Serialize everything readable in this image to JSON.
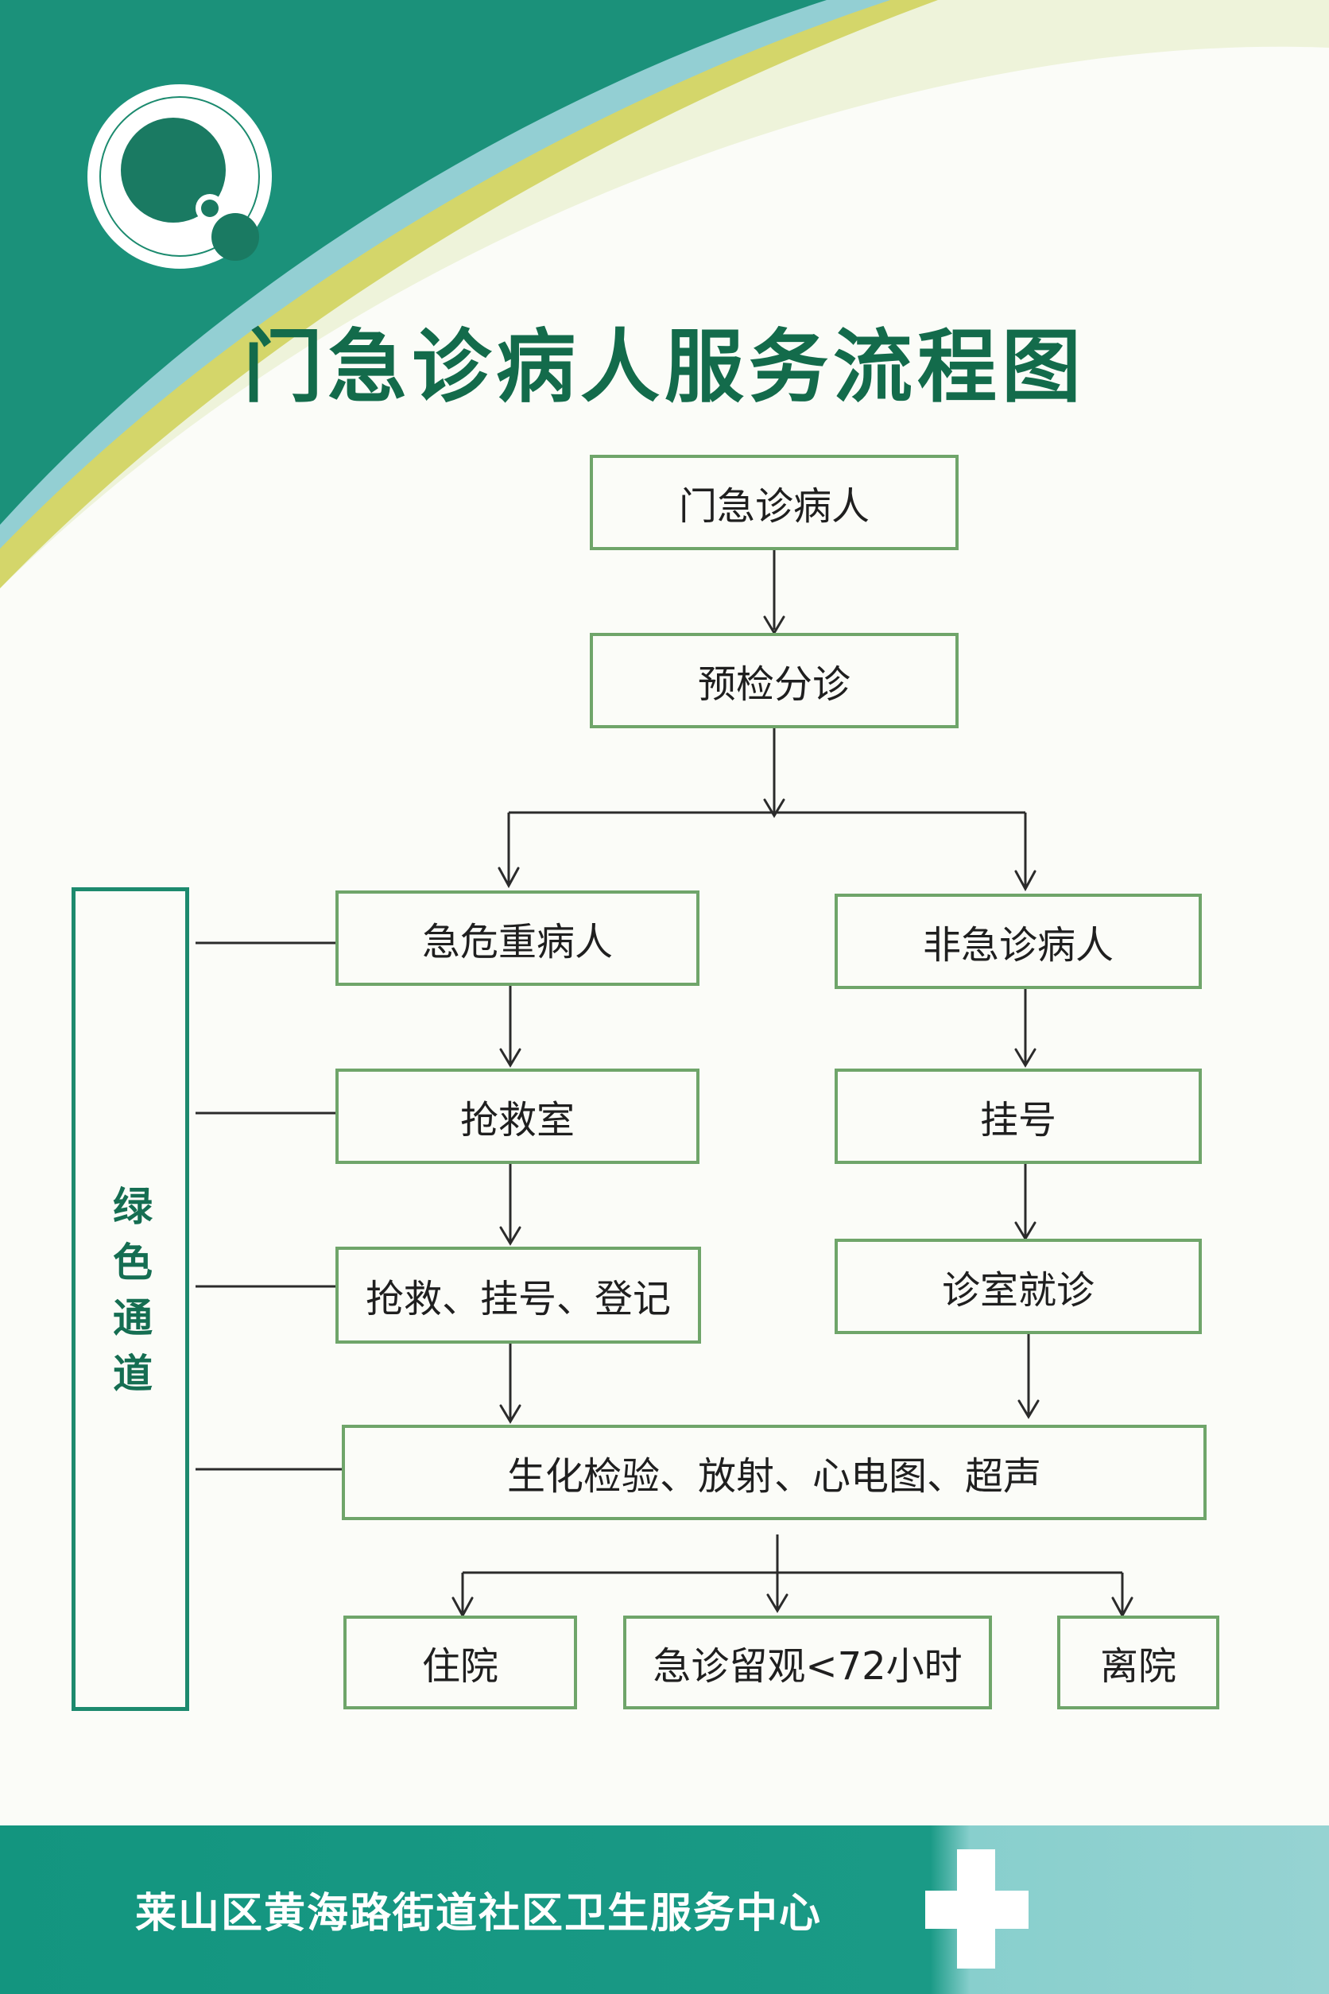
{
  "title": "门急诊病人服务流程图",
  "nodes": {
    "patient": "门急诊病人",
    "triage": "预检分诊",
    "critical": "急危重病人",
    "non_emergency": "非急诊病人",
    "rescue_room": "抢救室",
    "registration": "挂号",
    "rescue_register": "抢救、挂号、登记",
    "consultation": "诊室就诊",
    "exams": "生化检验、放射、心电图、超声",
    "hospitalize": "住院",
    "observation": "急诊留观<72小时",
    "discharge": "离院"
  },
  "green_channel": "绿色通道",
  "footer": {
    "organization": "莱山区黄海路街道社区卫生服务中心"
  },
  "colors": {
    "primary_green": "#1a8f78",
    "dark_green": "#136b4b",
    "box_border": "#6fa56a",
    "yellow_accent": "#d6d86a",
    "light_teal": "#8fd0d0"
  }
}
